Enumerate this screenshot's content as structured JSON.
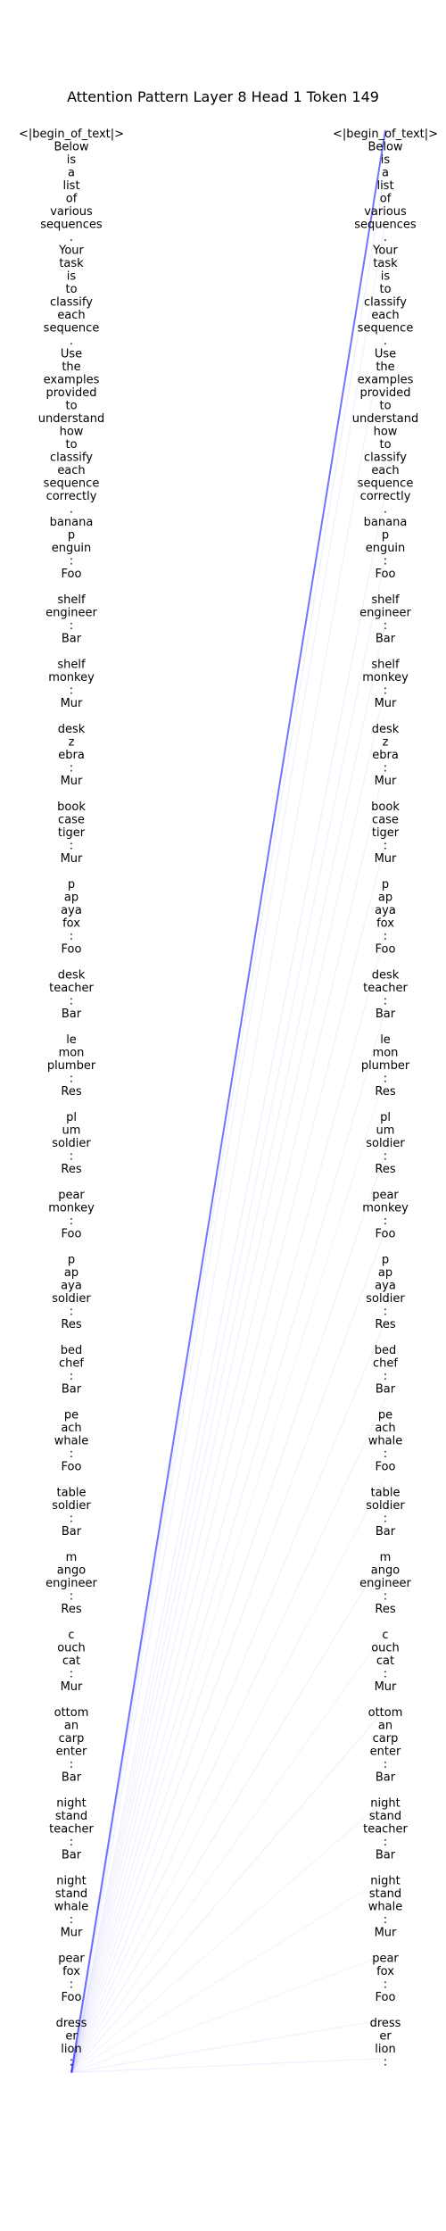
{
  "title": "Attention Pattern Layer 8 Head 1 Token 149",
  "colors": {
    "attention_line": "#0000ff",
    "text": "#000000",
    "background": "#ffffff"
  },
  "tokens": [
    "<|begin_of_text|>",
    "Below",
    "is",
    "a",
    "list",
    "of",
    "various",
    "sequences",
    ".",
    "Your",
    "task",
    "is",
    "to",
    "classify",
    "each",
    "sequence",
    ".",
    "Use",
    "the",
    "examples",
    "provided",
    "to",
    "understand",
    "how",
    "to",
    "classify",
    "each",
    "sequence",
    "correctly",
    ".",
    "banana",
    "p",
    "enguin",
    ":",
    "Foo",
    "",
    "shelf",
    "engineer",
    ":",
    "Bar",
    "",
    "shelf",
    "monkey",
    ":",
    "Mur",
    "",
    "desk",
    "z",
    "ebra",
    ":",
    "Mur",
    "",
    "book",
    "case",
    "tiger",
    ":",
    "Mur",
    "",
    "p",
    "ap",
    "aya",
    "fox",
    ":",
    "Foo",
    "",
    "desk",
    "teacher",
    ":",
    "Bar",
    "",
    "le",
    "mon",
    "plumber",
    ":",
    "Res",
    "",
    "pl",
    "um",
    "soldier",
    ":",
    "Res",
    "",
    "pear",
    "monkey",
    ":",
    "Foo",
    "",
    "p",
    "ap",
    "aya",
    "soldier",
    ":",
    "Res",
    "",
    "bed",
    "chef",
    ":",
    "Bar",
    "",
    "pe",
    "ach",
    "whale",
    ":",
    "Foo",
    "",
    "table",
    "soldier",
    ":",
    "Bar",
    "",
    "m",
    "ango",
    "engineer",
    ":",
    "Res",
    "",
    "c",
    "ouch",
    "cat",
    ":",
    "Mur",
    "",
    "ottom",
    "an",
    "carp",
    "enter",
    ":",
    "Bar",
    "",
    "night",
    "stand",
    "teacher",
    ":",
    "Bar",
    "",
    "night",
    "stand",
    "whale",
    ":",
    "Mur",
    "",
    "pear",
    "fox",
    ":",
    "Foo",
    "",
    "dress",
    "er",
    "lion",
    ":"
  ],
  "right_tokens": [
    "<|begin_of_text|>",
    "Below",
    "is",
    "a",
    "list",
    "of",
    "various",
    "sequences",
    ".",
    "Your",
    "task",
    "is",
    "to",
    "classify",
    "each",
    "sequence",
    ".",
    "Use",
    "the",
    "examples",
    "provided",
    "to",
    "understand",
    "how",
    "to",
    "classify",
    "each",
    "sequence",
    "correctly",
    ".",
    "banana",
    "p",
    "enguin",
    ":",
    "Foo",
    "",
    "shelf",
    "engineer",
    ":",
    "Bar",
    "",
    "shelf",
    "monkey",
    ":",
    "Mur",
    "",
    "desk",
    "z",
    "ebra",
    ":",
    "Mur",
    "",
    "book",
    "case",
    "tiger",
    ":",
    "Mur",
    "",
    "p",
    "ap",
    "aya",
    "fox",
    ":",
    "Foo",
    "",
    "desk",
    "teacher",
    ":",
    "Bar",
    "",
    "le",
    "mon",
    "plumber",
    ":",
    "Res",
    "",
    "pl",
    "um",
    "soldier",
    ":",
    "Res",
    "",
    "pear",
    "monkey",
    ":",
    "Foo",
    "",
    "p",
    "ap",
    "aya",
    "soldier",
    ":",
    "Res",
    "",
    "bed",
    "chef",
    ":",
    "Bar",
    "",
    "pe",
    "ach",
    "whale",
    ":",
    "Foo",
    "",
    "table",
    "soldier",
    ":",
    "Bar",
    "",
    "m",
    "ango",
    "engineer",
    ":",
    "Res",
    "",
    "c",
    "ouch",
    "cat",
    ":",
    "Mur",
    "",
    "ottom",
    "an",
    "carp",
    "enter",
    ":",
    "Bar",
    "",
    "night",
    "stand",
    "teacher",
    ":",
    "Bar",
    "",
    "night",
    "stand",
    "whale",
    ":",
    "Mur",
    "",
    "pear",
    "fox",
    ":",
    "Foo",
    "",
    "dress",
    "er",
    "lion",
    ":"
  ],
  "query_token_index": 149,
  "attention": [
    {
      "target": 0,
      "weight": 0.55
    },
    {
      "target": 3,
      "weight": 0.06
    },
    {
      "target": 7,
      "weight": 0.05
    },
    {
      "target": 15,
      "weight": 0.05
    },
    {
      "target": 28,
      "weight": 0.06
    },
    {
      "target": 33,
      "weight": 0.05
    },
    {
      "target": 38,
      "weight": 0.05
    },
    {
      "target": 43,
      "weight": 0.05
    },
    {
      "target": 49,
      "weight": 0.05
    },
    {
      "target": 55,
      "weight": 0.05
    },
    {
      "target": 62,
      "weight": 0.05
    },
    {
      "target": 68,
      "weight": 0.05
    },
    {
      "target": 73,
      "weight": 0.04
    },
    {
      "target": 79,
      "weight": 0.05
    },
    {
      "target": 85,
      "weight": 0.05
    },
    {
      "target": 92,
      "weight": 0.05
    },
    {
      "target": 98,
      "weight": 0.05
    },
    {
      "target": 104,
      "weight": 0.04
    },
    {
      "target": 110,
      "weight": 0.05
    },
    {
      "target": 116,
      "weight": 0.04
    },
    {
      "target": 122,
      "weight": 0.05
    },
    {
      "target": 129,
      "weight": 0.04
    },
    {
      "target": 135,
      "weight": 0.04
    },
    {
      "target": 141,
      "weight": 0.04
    },
    {
      "target": 146,
      "weight": 0.05
    },
    {
      "target": 149,
      "weight": 0.05
    }
  ]
}
